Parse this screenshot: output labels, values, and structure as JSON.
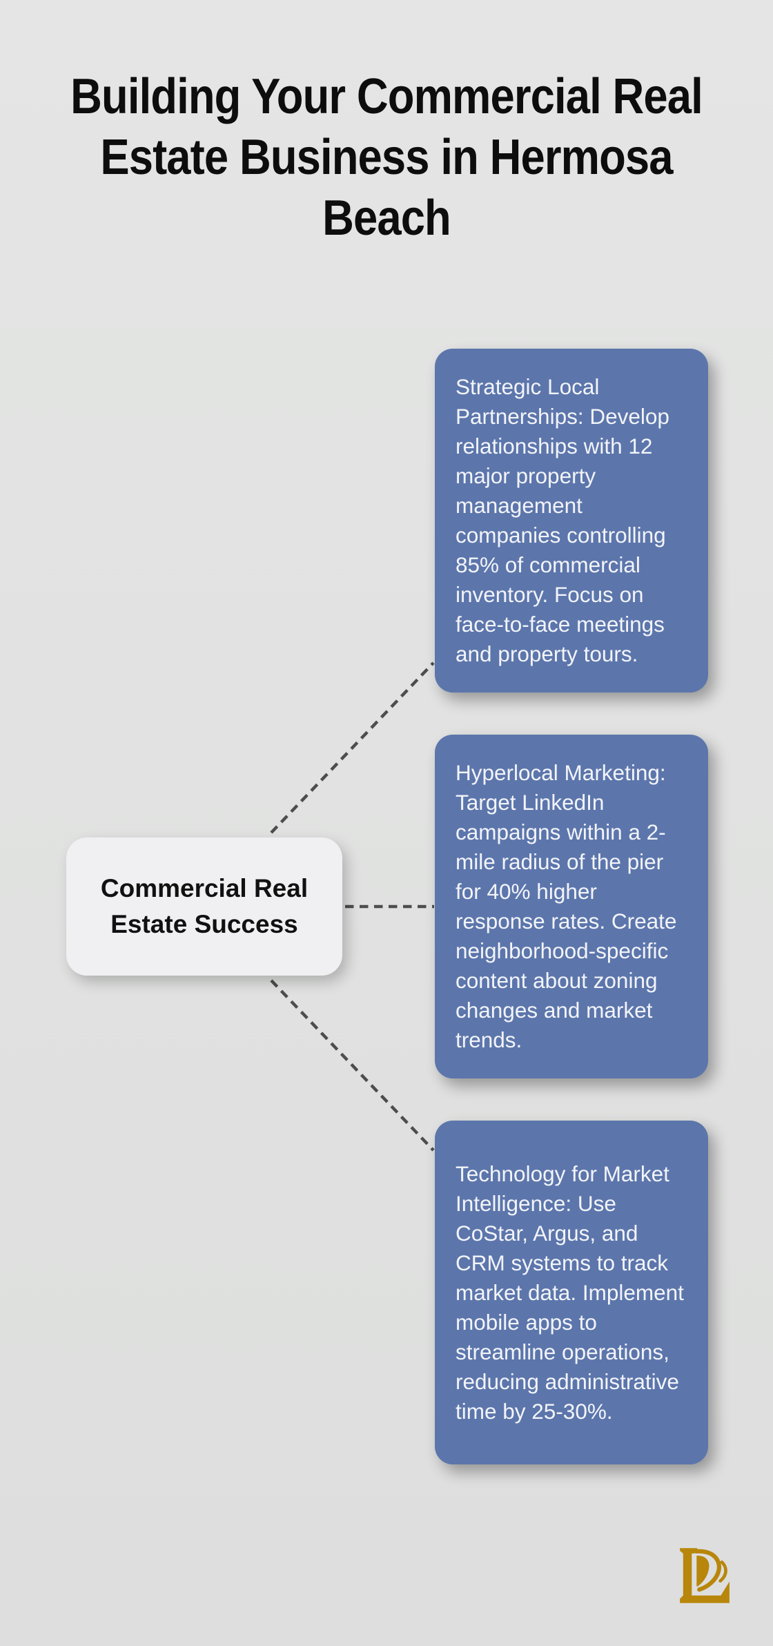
{
  "page": {
    "title_lines": [
      "Building Your Commercial Real",
      "Estate Business in Hermosa",
      "Beach"
    ]
  },
  "mindmap": {
    "center_node": {
      "label": "Commercial Real Estate Success"
    },
    "branches": [
      {
        "text": "Strategic Local Partnerships: Develop relationships with 12 major property management companies controlling 85% of commercial inventory. Focus on face-to-face meetings and property tours."
      },
      {
        "text": "Hyperlocal Marketing: Target LinkedIn campaigns within a 2-mile radius of the pier for 40% higher response rates. Create neighborhood-specific content about zoning changes and market trends."
      },
      {
        "text": "Technology for Market Intelligence: Use CoStar, Argus, and CRM systems to track market data. Implement mobile apps to streamline operations, reducing administrative time by 25-30%."
      }
    ],
    "colors": {
      "branch_background": "#5c76ac",
      "branch_text": "#f3f4f8",
      "center_background": "#f0f0f2",
      "center_text": "#111111",
      "connector": "#4d4d4d",
      "title_text": "#0d0d0d",
      "page_background": "#e1e2e1"
    }
  },
  "logo": {
    "icon": "lp-monogram-icon",
    "color": "#b8860b"
  }
}
